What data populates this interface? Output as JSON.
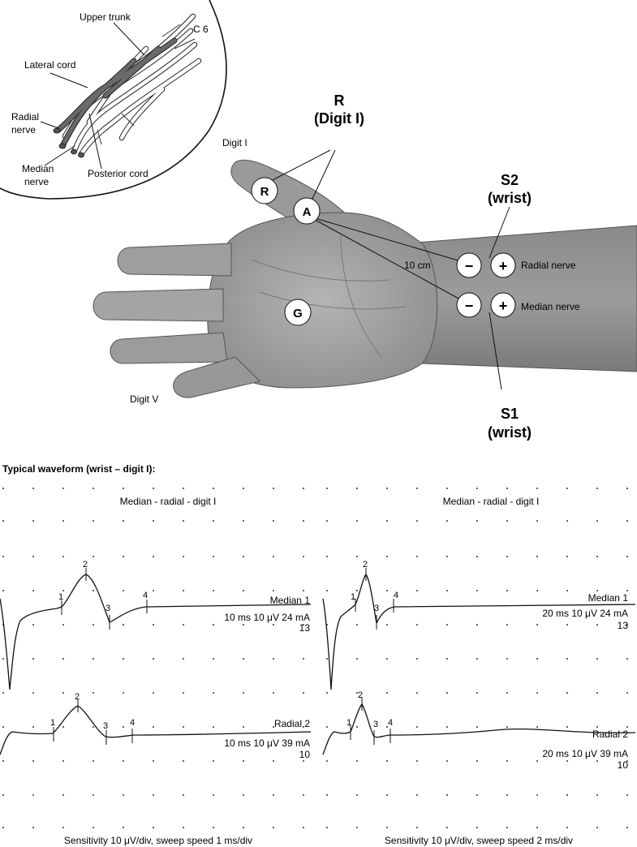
{
  "inset": {
    "labels": {
      "upper_trunk": "Upper trunk",
      "c6": "C 6",
      "lateral_cord": "Lateral cord",
      "radial_nerve_line1": "Radial",
      "radial_nerve_line2": "nerve",
      "median_nerve_line1": "Median",
      "median_nerve_line2": "nerve",
      "posterior_cord": "Posterior cord"
    }
  },
  "hand": {
    "recording_line1": "R",
    "recording_line2": "(Digit I)",
    "digit_i": "Digit I",
    "digit_v": "Digit V",
    "electrode_r": "R",
    "electrode_a": "A",
    "electrode_g": "G",
    "distance": "10 cm",
    "s2_line1": "S2",
    "s2_line2": "(wrist)",
    "s1_line1": "S1",
    "s1_line2": "(wrist)",
    "minus": "−",
    "plus": "+",
    "radial_nerve": "Radial nerve",
    "median_nerve": "Median nerve"
  },
  "waveforms": {
    "heading": "Typical waveform (wrist – digit I):",
    "panels": [
      {
        "title": "Median - radial - digit I",
        "footer": "Sensitivity 10 μV/div, sweep speed 1 ms/div",
        "traces": [
          {
            "name": "Median 1",
            "settings": "10 ms 10 μV 24 mA",
            "count": "13",
            "markers": [
              "1",
              "2",
              "3",
              "4"
            ]
          },
          {
            "name": "Radial 2",
            "settings": "10 ms 10 μV 39 mA",
            "count": "10",
            "markers": [
              "1",
              "2",
              "3",
              "4"
            ]
          }
        ]
      },
      {
        "title": "Median - radial - digit I",
        "footer": "Sensitivity 10 μV/div, sweep speed 2 ms/div",
        "traces": [
          {
            "name": "Median 1",
            "settings": "20 ms 10 μV 24 mA",
            "count": "13",
            "markers": [
              "1",
              "2",
              "3",
              "4"
            ]
          },
          {
            "name": "Radial 2",
            "settings": "20 ms 10 μV 39 mA",
            "count": "10",
            "markers": [
              "1",
              "2",
              "3",
              "4"
            ]
          }
        ]
      }
    ]
  }
}
